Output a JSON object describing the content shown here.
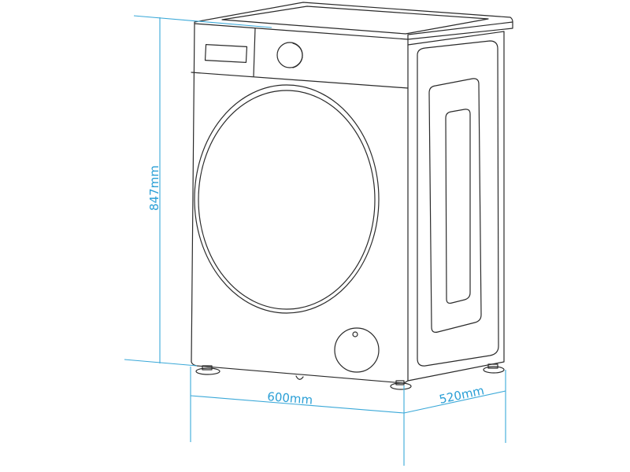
{
  "dimensions": {
    "height": "847mm",
    "width": "600mm",
    "depth": "520mm"
  },
  "colors": {
    "dimension_line": "#3aa8d8",
    "outline": "#2a2a2a"
  }
}
